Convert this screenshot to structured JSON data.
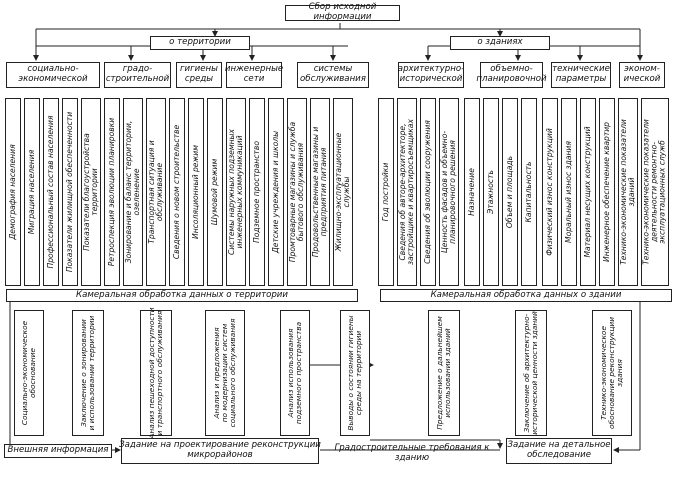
{
  "root": "Сбор исходной информации",
  "territory": {
    "title": "о территории",
    "categories": [
      "социально-\nэкономической",
      "градо-\nстроительной",
      "гигиены\nсреды",
      "инженерные\nсети",
      "системы\nобслуживания"
    ],
    "items": [
      "Демография населения",
      "Миграция населения",
      "Профессиональный состав населения",
      "Показатели жилищной обеспеченности",
      "Показатели благоустройства\nтерритории",
      "Ретроспекция эволюции планировки",
      "Зонирование и баланс территории,\nозеленение",
      "Транспортная ситуация и\nобслуживание",
      "Сведения о новом строительстве",
      "Инсоляционный режим",
      "Шумовой режим",
      "Системы наружных подземных\nинженерных коммуникаций",
      "Подземное пространство",
      "Детские учреждения и школы",
      "Промтоварные магазины и служба\nбытового обслуживания",
      "Продовольственные магазины и\nпредприятия питания",
      "Жилищно-эксплуатационные\nслужбы"
    ],
    "processing": "Камеральная обработка данных о территории",
    "results": [
      "Социально-экономическое\nобоснование",
      "Заключение о зонировании\nи использовании территории",
      "Анализ пешеходной доступности\nи транспортного обслуживания",
      "Анализ и предложения\nпо модернизации систем\nсоциального обслуживания",
      "Анализ использования\nподземного пространства",
      "Выводы о состоянии гигиены\nсреды на территории"
    ]
  },
  "buildings": {
    "title": "о зданиях",
    "categories": [
      "архитектурно-\nисторической",
      "объемно-\nпланировочной",
      "технические\nпараметры",
      "эконом-\nической"
    ],
    "items": [
      "Год постройки",
      "Сведения об авторе-архитекторе,\nзастройщике и квартиросъемщиках",
      "Сведения об эволюции сооружения",
      "Ценность фасадов и объемно-\nпланировочного решения",
      "Назначение",
      "Этажность",
      "Объем и площадь",
      "Капитальность",
      "Физический износ конструкций",
      "Моральный износ здания",
      "Материал несущих конструкций",
      "Инженерное обеспечение квартир",
      "Технико-экономические показатели\nзданий",
      "Технико-экономические показатели\nдеятельности ремонтно-\nэксплуатационных служб"
    ],
    "processing": "Камеральная обработка данных о здании",
    "results": [
      "Предложение о дальнейшем\nиспользовании зданий",
      "Заключение об архитектурно-\nисторической ценности зданий",
      "Технико-экономическое\nобоснование реконструкции\nздания"
    ]
  },
  "bottom": {
    "external": "Внешняя информация",
    "task": "Задание на проектирование реконструкции\nмикрорайонов",
    "requirements": "Градостроительные требования к зданию",
    "survey": "Задание на детальное\nобследование"
  }
}
